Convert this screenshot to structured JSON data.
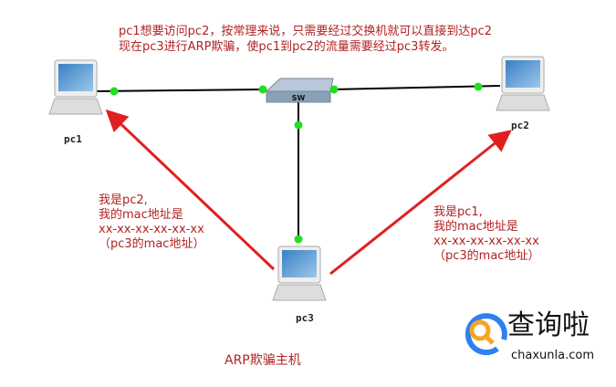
{
  "header": {
    "line1": "pc1想要访问pc2，按常理来说，只需要经过交换机就可以直接到达pc2",
    "line2": "现在pc3进行ARP欺骗，使pc1到pc2的流量需要经过pc3转发。"
  },
  "nodes": {
    "pc1": "pc1",
    "pc2": "pc2",
    "pc3": "pc3",
    "switch": "SW"
  },
  "left_note": [
    "我是pc2,",
    "我的mac地址是",
    "xx-xx-xx-xx-xx-xx",
    "（pc3的mac地址）"
  ],
  "right_note": [
    "我是pc1,",
    "我的mac地址是",
    "xx-xx-xx-xx-xx-xx",
    "（pc3的mac地址）"
  ],
  "caption": "ARP欺骗主机",
  "logo": {
    "name": "查询啦",
    "url_text": "chaxunla.com"
  },
  "colors": {
    "text": "#b22222",
    "arrow": "#e02020",
    "link": "#22dd22"
  }
}
